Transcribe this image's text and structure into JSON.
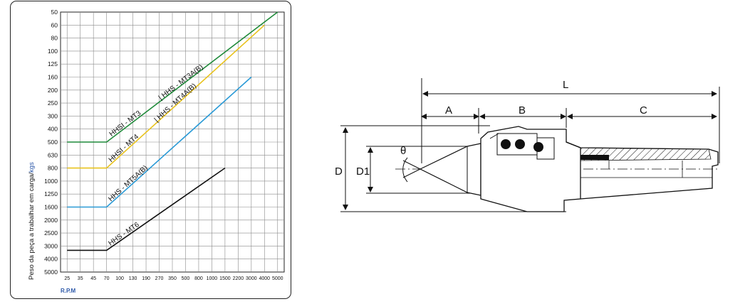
{
  "chart_data": {
    "type": "line",
    "ylabel_main": "Peso da peça a trabalhar em carga/",
    "ylabel_unit": "kgs",
    "xlabel": "R.P.M",
    "y_ticks": [
      "50",
      "60",
      "80",
      "100",
      "125",
      "160",
      "200",
      "250",
      "300",
      "400",
      "500",
      "630",
      "800",
      "1000",
      "1250",
      "1600",
      "2000",
      "2500",
      "3000",
      "4000",
      "5000"
    ],
    "x_ticks": [
      "25",
      "35",
      "45",
      "70",
      "100",
      "130",
      "190",
      "270",
      "350",
      "500",
      "800",
      "1000",
      "1500",
      "2200",
      "3000",
      "4000",
      "5000"
    ],
    "y_scale": "log",
    "x_scale": "log",
    "grid": true,
    "series": [
      {
        "name": "HHSI - MT3",
        "label2": "HHS - MT3A(B)",
        "color": "#1f8a3a",
        "points": [
          [
            "25",
            500
          ],
          [
            "70",
            500
          ],
          [
            "5000",
            50
          ]
        ]
      },
      {
        "name": "HHSI - MT4",
        "label2": "HHS - MT4A(B)",
        "color": "#e8c21c",
        "points": [
          [
            "25",
            800
          ],
          [
            "70",
            800
          ],
          [
            "4000",
            60
          ]
        ]
      },
      {
        "name": "HHS - MT5A(B)",
        "color": "#2a9ad6",
        "points": [
          [
            "25",
            1600
          ],
          [
            "70",
            1600
          ],
          [
            "3000",
            160
          ]
        ]
      },
      {
        "name": "HHS - MT6",
        "color": "#111111",
        "points": [
          [
            "25",
            3300
          ],
          [
            "70",
            3300
          ],
          [
            "1500",
            800
          ]
        ]
      }
    ]
  },
  "drawing": {
    "dims": {
      "L": "L",
      "A": "A",
      "B": "B",
      "C": "C",
      "D": "D",
      "D1": "D1",
      "theta": "θ"
    }
  }
}
